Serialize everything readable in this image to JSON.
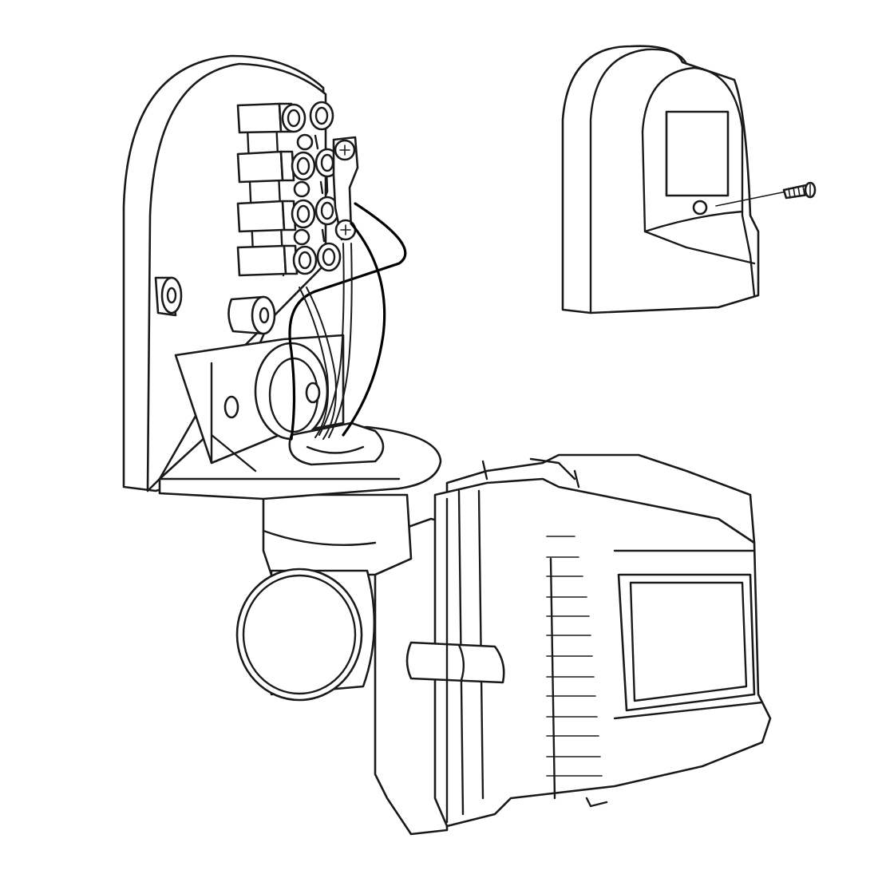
{
  "diagram": {
    "colors": {
      "background": "#ffffff",
      "line": "#1a1a1a",
      "wire": "#000000"
    },
    "parts": [
      "wall-mount-base",
      "terminal-block",
      "wiring",
      "swivel-joint",
      "pir-sensor-head",
      "cover-plate",
      "mounting-screw"
    ],
    "terminal_block": {
      "terminal_count": 4,
      "screw_terminals": 2
    }
  }
}
